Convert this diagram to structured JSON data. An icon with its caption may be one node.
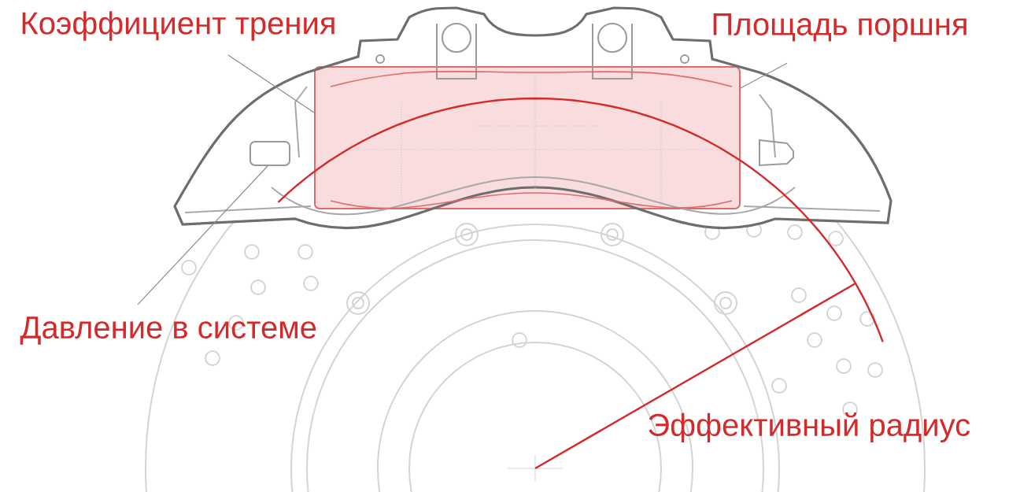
{
  "diagram": {
    "nodes": [
      {
        "text": [],
        "shape": "box"
      },
      {
        "text": [
          "Коэффициент трения"
        ]
      },
      {
        "text": [
          "Площадь поршня"
        ]
      },
      {
        "text": [
          "Давление в системе"
        ]
      },
      {
        "text": [],
        "shape": "box"
      }
    ],
    "edges": [
      {
        "from": 1,
        "to": 0,
        "arrow": "none"
      },
      {
        "from": 2,
        "to": 0,
        "arrow": "none"
      },
      {
        "from": 3,
        "to": 4,
        "arrow": "none"
      }
    ],
    "labels": [
      "Эффективный радиус"
    ]
  }
}
